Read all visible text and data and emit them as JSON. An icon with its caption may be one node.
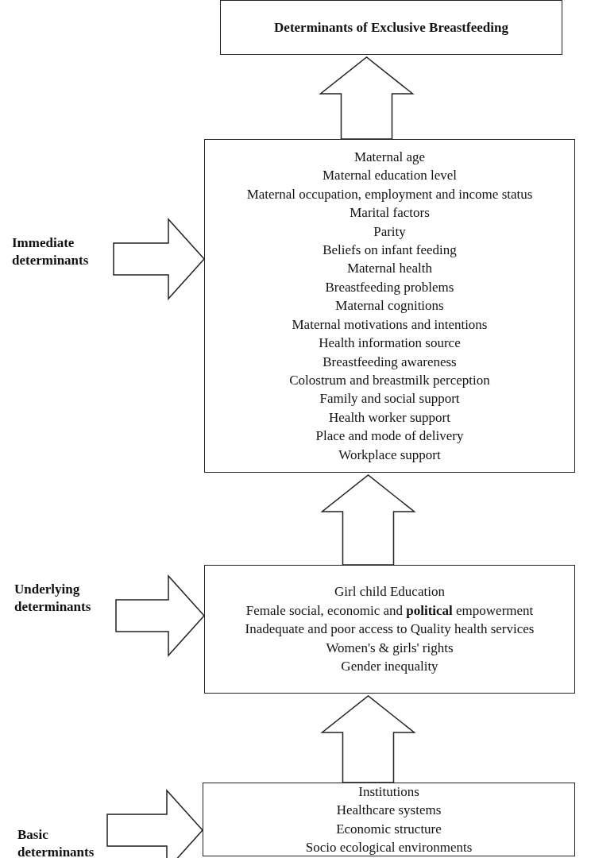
{
  "diagram": {
    "nodes": [
      {
        "text": [
          "Determinants of Exclusive Breastfeeding"
        ]
      },
      {
        "text": [
          "Maternal age",
          "Maternal education level",
          "Maternal occupation, employment and income status",
          "Marital factors",
          "Parity",
          "Beliefs on infant feeding",
          "Maternal health",
          "Breastfeeding problems",
          "Maternal cognitions",
          "Maternal motivations and intentions",
          "Health information source",
          "Breastfeeding awareness",
          "Colostrum and breastmilk perception",
          "Family and social support",
          "Health worker support",
          "Place and mode of delivery",
          "Workplace support"
        ]
      },
      {
        "text": [
          "Immediate determinants"
        ]
      },
      {
        "text": [
          "Girl child Education",
          "Female social, economic and **political** empowerment",
          "Inadequate and poor access to Quality health services",
          "Women's & girls' rights",
          "Gender inequality"
        ]
      },
      {
        "text": [
          "Underlying determinants"
        ]
      },
      {
        "text": [
          "Institutions",
          "Healthcare systems",
          "Economic structure",
          "Socio ecological environments"
        ]
      },
      {
        "text": [
          "Basic determinants"
        ]
      }
    ],
    "edges": [
      {
        "from": 1,
        "to": 0,
        "arrow": "to",
        "style": "thick"
      },
      {
        "from": 2,
        "to": 1,
        "arrow": "to",
        "style": "thick"
      },
      {
        "from": 3,
        "to": 1,
        "arrow": "to",
        "style": "thick"
      },
      {
        "from": 4,
        "to": 3,
        "arrow": "to",
        "style": "thick"
      },
      {
        "from": 5,
        "to": 3,
        "arrow": "to",
        "style": "thick"
      },
      {
        "from": 6,
        "to": 5,
        "arrow": "to",
        "style": "thick"
      }
    ]
  }
}
